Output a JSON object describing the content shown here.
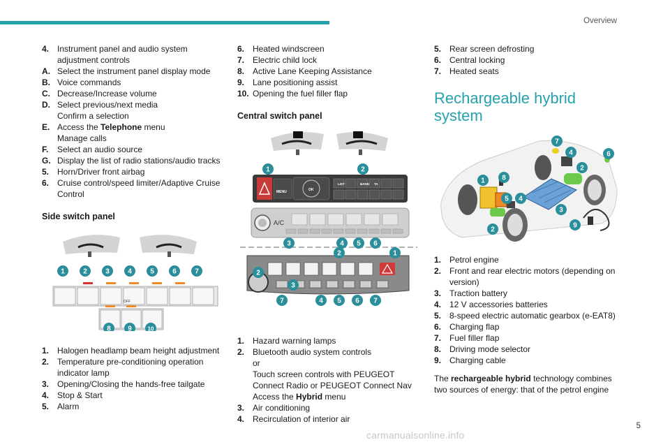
{
  "header": {
    "section": "Overview",
    "page_number": "5"
  },
  "col1": {
    "items": [
      {
        "k": "4.",
        "t": "Instrument panel and audio system adjustment controls"
      },
      {
        "k": "A.",
        "t": "Select the instrument panel display mode"
      },
      {
        "k": "B.",
        "t": "Voice commands"
      },
      {
        "k": "C.",
        "t": "Decrease/Increase volume"
      },
      {
        "k": "D.",
        "t": "Select previous/next media"
      },
      {
        "k": "",
        "t": "Confirm a selection"
      },
      {
        "k": "E.",
        "t": "Access the ",
        "b": "Telephone",
        "t2": " menu"
      },
      {
        "k": "",
        "t": "Manage calls"
      },
      {
        "k": "F.",
        "t": "Select an audio source"
      },
      {
        "k": "G.",
        "t": "Display the list of radio stations/audio tracks"
      },
      {
        "k": "5.",
        "t": "Horn/Driver front airbag"
      },
      {
        "k": "6.",
        "t": "Cruise control/speed limiter/Adaptive Cruise Control"
      }
    ],
    "side_heading": "Side switch panel",
    "side_badges_top": [
      "1",
      "2",
      "3",
      "4",
      "5",
      "6",
      "7"
    ],
    "side_badges_bottom": [
      "8",
      "9",
      "10"
    ],
    "side_off_label": "OFF",
    "items2": [
      {
        "k": "1.",
        "t": "Halogen headlamp beam height adjustment"
      },
      {
        "k": "2.",
        "t": "Temperature pre-conditioning operation indicator lamp"
      },
      {
        "k": "3.",
        "t": "Opening/Closing the hands-free tailgate"
      },
      {
        "k": "4.",
        "t": "Stop & Start"
      },
      {
        "k": "5.",
        "t": "Alarm"
      }
    ]
  },
  "col2": {
    "items": [
      {
        "k": "6.",
        "t": "Heated windscreen"
      },
      {
        "k": "7.",
        "t": "Electric child lock"
      },
      {
        "k": "8.",
        "t": "Active Lane Keeping Assistance"
      },
      {
        "k": "9.",
        "t": "Lane positioning assist"
      },
      {
        "k": "10.",
        "t": "Opening the fuel filler flap"
      }
    ],
    "central_heading": "Central switch panel",
    "panel_labels": {
      "menu": "MENU",
      "list": "LIST",
      "band": "BAND",
      "ta": "TA",
      "ac": "A/C",
      "ok": "OK"
    },
    "central_badges_a": [
      "1",
      "2",
      "3",
      "4",
      "5",
      "6"
    ],
    "central_badges_b": [
      "2",
      "1",
      "2",
      "3",
      "7",
      "4",
      "5",
      "6",
      "7"
    ],
    "items2": [
      {
        "k": "1.",
        "t": "Hazard warning lamps"
      },
      {
        "k": "2.",
        "t": "Bluetooth audio system controls"
      },
      {
        "k": "",
        "t": "or"
      },
      {
        "k": "",
        "t": "Touch screen controls with PEUGEOT Connect Radio or PEUGEOT Connect Nav"
      },
      {
        "k": "",
        "t": "Access the ",
        "b": "Hybrid",
        "t2": " menu"
      },
      {
        "k": "3.",
        "t": "Air conditioning"
      },
      {
        "k": "4.",
        "t": "Recirculation of interior air"
      }
    ]
  },
  "col3": {
    "items": [
      {
        "k": "5.",
        "t": "Rear screen defrosting"
      },
      {
        "k": "6.",
        "t": "Central locking"
      },
      {
        "k": "7.",
        "t": "Heated seats"
      }
    ],
    "big_heading": "Rechargeable hybrid system",
    "car_badges": [
      "7",
      "4",
      "6",
      "2",
      "1",
      "8",
      "5",
      "4",
      "3",
      "9",
      "2"
    ],
    "items2": [
      {
        "k": "1.",
        "t": "Petrol engine"
      },
      {
        "k": "2.",
        "t": "Front and rear electric motors (depending on version)"
      },
      {
        "k": "3.",
        "t": "Traction battery"
      },
      {
        "k": "4.",
        "t": "12 V accessories batteries"
      },
      {
        "k": "5.",
        "t": "8-speed electric automatic gearbox (e-EAT8)"
      },
      {
        "k": "6.",
        "t": "Charging flap"
      },
      {
        "k": "7.",
        "t": "Fuel filler flap"
      },
      {
        "k": "8.",
        "t": "Driving mode selector"
      },
      {
        "k": "9.",
        "t": "Charging cable"
      }
    ],
    "para_pre": "The ",
    "para_bold": "rechargeable hybrid",
    "para_post": " technology combines two sources of energy: that of the petrol engine"
  },
  "watermark": "carmanualsonline.info",
  "colors": {
    "accent": "#26a2ad",
    "badge": "#2a8f9a"
  }
}
